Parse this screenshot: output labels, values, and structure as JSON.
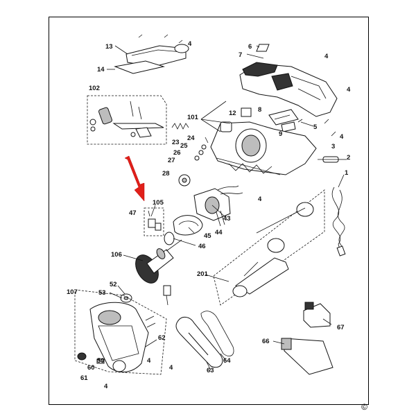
{
  "diagram": {
    "copyright_mark": "©",
    "pointer_arrow_color": "#e0201a",
    "callouts": [
      {
        "id": "c13",
        "text": "13"
      },
      {
        "id": "c4a",
        "text": "4"
      },
      {
        "id": "c14",
        "text": "14"
      },
      {
        "id": "c102",
        "text": "102"
      },
      {
        "id": "c6",
        "text": "6"
      },
      {
        "id": "c7",
        "text": "7"
      },
      {
        "id": "c4b",
        "text": "4"
      },
      {
        "id": "c4c",
        "text": "4"
      },
      {
        "id": "c101",
        "text": "101"
      },
      {
        "id": "c12",
        "text": "12"
      },
      {
        "id": "c8",
        "text": "8"
      },
      {
        "id": "c5",
        "text": "5"
      },
      {
        "id": "c9",
        "text": "9"
      },
      {
        "id": "c4d",
        "text": "4"
      },
      {
        "id": "c3",
        "text": "3"
      },
      {
        "id": "c23",
        "text": "23"
      },
      {
        "id": "c24",
        "text": "24"
      },
      {
        "id": "c25",
        "text": "25"
      },
      {
        "id": "c26",
        "text": "26"
      },
      {
        "id": "c27",
        "text": "27"
      },
      {
        "id": "c2",
        "text": "2"
      },
      {
        "id": "c28",
        "text": "28"
      },
      {
        "id": "c1",
        "text": "1"
      },
      {
        "id": "c105",
        "text": "105"
      },
      {
        "id": "c47",
        "text": "47"
      },
      {
        "id": "c4e",
        "text": "4"
      },
      {
        "id": "c43",
        "text": "43"
      },
      {
        "id": "c44",
        "text": "44"
      },
      {
        "id": "c45",
        "text": "45"
      },
      {
        "id": "c46",
        "text": "46"
      },
      {
        "id": "c106",
        "text": "106"
      },
      {
        "id": "c201",
        "text": "201"
      },
      {
        "id": "c52",
        "text": "52"
      },
      {
        "id": "c107",
        "text": "107"
      },
      {
        "id": "c53",
        "text": "53"
      },
      {
        "id": "c67",
        "text": "67"
      },
      {
        "id": "c62",
        "text": "62"
      },
      {
        "id": "c66",
        "text": "66"
      },
      {
        "id": "c64",
        "text": "64"
      },
      {
        "id": "c59",
        "text": "59"
      },
      {
        "id": "c4f",
        "text": "4"
      },
      {
        "id": "c63",
        "text": "63"
      },
      {
        "id": "c4g",
        "text": "4"
      },
      {
        "id": "c60",
        "text": "60"
      },
      {
        "id": "c61",
        "text": "61"
      },
      {
        "id": "c4h",
        "text": "4"
      }
    ]
  }
}
